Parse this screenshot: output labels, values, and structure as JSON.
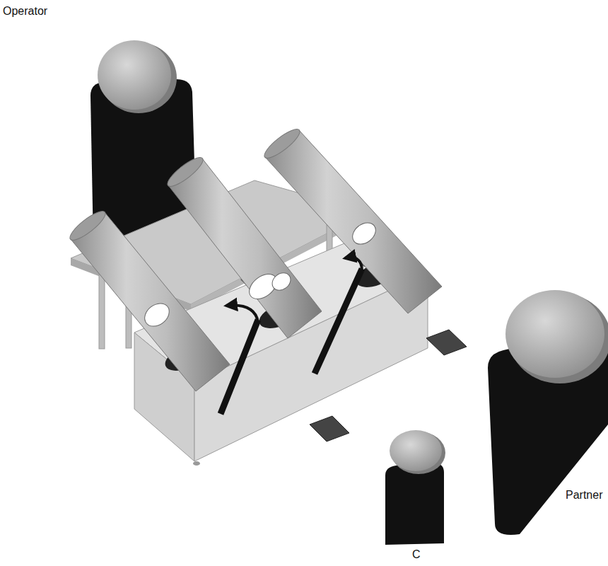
{
  "diagram": {
    "labels": [
      "Operator",
      "Partner",
      "C"
    ]
  }
}
